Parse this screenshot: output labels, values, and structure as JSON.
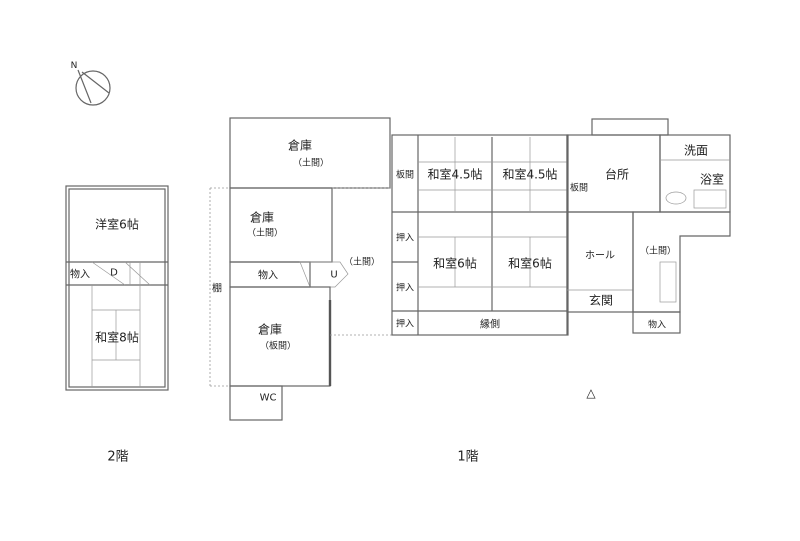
{
  "compass": {
    "label": "N"
  },
  "floor2": {
    "title": "2階",
    "rooms": {
      "youshitsu": "洋室6帖",
      "monoire": "物入",
      "stair": "D",
      "washitsu": "和室8帖"
    }
  },
  "floor1": {
    "title": "1階",
    "shelf": "棚",
    "storage_top": {
      "name": "倉庫",
      "sub": "（土間）"
    },
    "storage_mid": {
      "name": "倉庫",
      "sub": "（土間）"
    },
    "storage_low": {
      "name": "倉庫",
      "sub": "（板間）"
    },
    "monoire": "物入",
    "stair": "U",
    "doma": "（土間）",
    "wc": "WC",
    "itama1": "板間",
    "washitsu45a": "和室4.5帖",
    "washitsu45b": "和室4.5帖",
    "oshiire1": "押入",
    "oshiire2": "押入",
    "oshiire3": "押入",
    "washitsu6a": "和室6帖",
    "washitsu6b": "和室6帖",
    "engawa": "縁側",
    "itama2": "板間",
    "kitchen": "台所",
    "senmen": "洗面",
    "bath": "浴室",
    "hall": "ホール",
    "genkan": "玄関",
    "doma2": "（土間）",
    "monoire2": "物入",
    "entrance_mark": "△"
  }
}
